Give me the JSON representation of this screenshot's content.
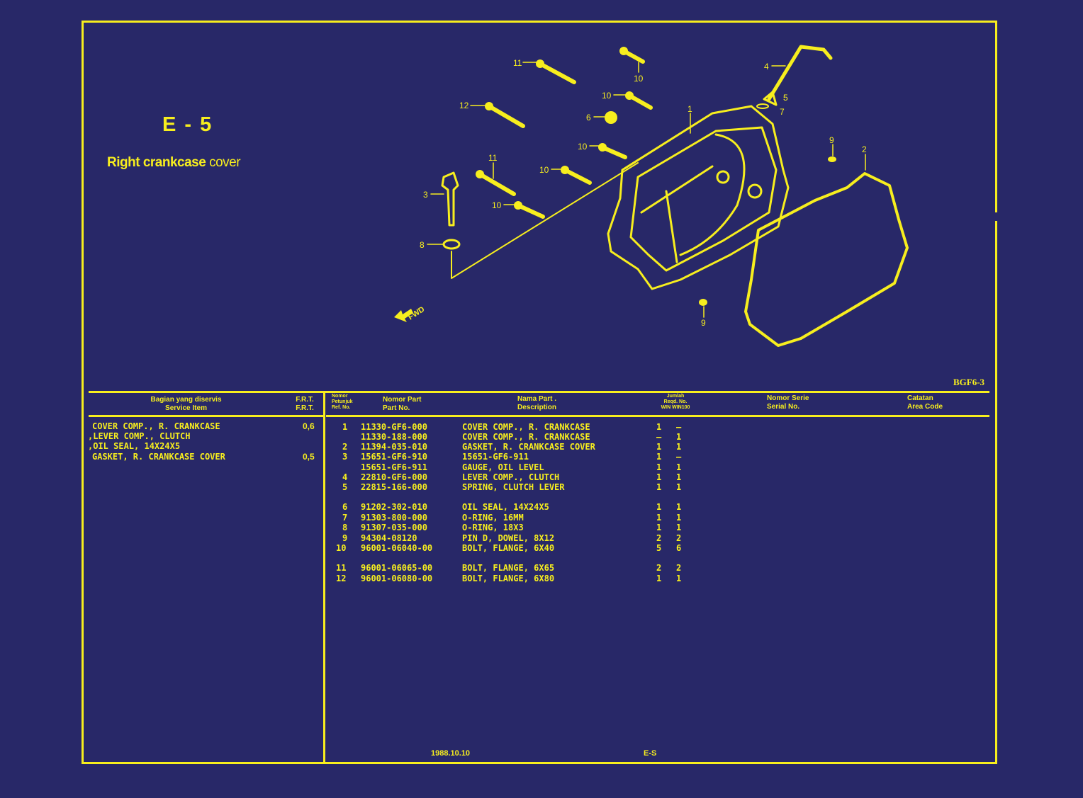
{
  "page": {
    "code": "E - 5",
    "subtitle_bold": "Right crankcase",
    "subtitle_light": " cover",
    "drawing_ref": "BGF6-3",
    "fwd_label": "FWD",
    "footer_date": "1988.10.10",
    "footer_page": "E-S"
  },
  "diagram": {
    "callouts": [
      "1",
      "2",
      "3",
      "4",
      "5",
      "6",
      "7",
      "8",
      "9",
      "9",
      "10",
      "10",
      "10",
      "10",
      "10",
      "10",
      "11",
      "11",
      "12"
    ]
  },
  "service_table": {
    "headers": {
      "item_id": "Bagian yang diservis",
      "item_en": "Service Item",
      "frt_id": "F.R.T.",
      "frt_en": "F.R.T."
    },
    "rows": [
      {
        "item": "COVER COMP., R. CRANKCASE",
        "frt": "0,6"
      },
      {
        "item": ",LEVER COMP., CLUTCH",
        "frt": ""
      },
      {
        "item": ",OIL SEAL, 14X24X5",
        "frt": ""
      },
      {
        "item": "GASKET, R. CRANKCASE COVER",
        "frt": "0,5"
      }
    ]
  },
  "parts_table": {
    "headers": {
      "ref_id": "Nomor Petunjuk",
      "ref_en": "Ref. No.",
      "part_id": "Nomor Part",
      "part_en": "Part No.",
      "name_id": "Nama Part .",
      "name_en": "Description",
      "qty_id": "Jumlah",
      "qty_sub": "Reqd. No.",
      "qty_en": "WIN WIN100",
      "serial_id": "Nomor Serie",
      "serial_en": "Serial No.",
      "area_id": "Catatan",
      "area_en": "Area Code"
    },
    "rows": [
      {
        "ref": "1",
        "part": "11330-GF6-000",
        "desc": "COVER COMP., R. CRANKCASE",
        "q1": "1",
        "q2": "—"
      },
      {
        "ref": "",
        "part": "11330-188-000",
        "desc": "COVER COMP., R. CRANKCASE",
        "q1": "—",
        "q2": "1"
      },
      {
        "ref": "2",
        "part": "11394-035-010",
        "desc": "GASKET, R. CRANKCASE COVER",
        "q1": "1",
        "q2": "1"
      },
      {
        "ref": "3",
        "part": "15651-GF6-910",
        "desc": "15651-GF6-911",
        "q1": "1",
        "q2": "—"
      },
      {
        "ref": "",
        "part": "15651-GF6-911",
        "desc": "GAUGE, OIL LEVEL",
        "q1": "1",
        "q2": "1"
      },
      {
        "ref": "4",
        "part": "22810-GF6-000",
        "desc": "LEVER COMP., CLUTCH",
        "q1": "1",
        "q2": "1"
      },
      {
        "ref": "5",
        "part": "22815-166-000",
        "desc": "SPRING, CLUTCH LEVER",
        "q1": "1",
        "q2": "1"
      },
      {
        "ref": "6",
        "part": "91202-302-010",
        "desc": "OIL SEAL, 14X24X5",
        "q1": "1",
        "q2": "1"
      },
      {
        "ref": "7",
        "part": "91303-800-000",
        "desc": "O-RING, 16MM",
        "q1": "1",
        "q2": "1"
      },
      {
        "ref": "8",
        "part": "91307-035-000",
        "desc": "O-RING, 18X3",
        "q1": "1",
        "q2": "1"
      },
      {
        "ref": "9",
        "part": "94304-08120",
        "desc": "PIN D, DOWEL, 8X12",
        "q1": "2",
        "q2": "2"
      },
      {
        "ref": "10",
        "part": "96001-06040-00",
        "desc": "BOLT, FLANGE, 6X40",
        "q1": "5",
        "q2": "6"
      },
      {
        "ref": "11",
        "part": "96001-06065-00",
        "desc": "BOLT, FLANGE, 6X65",
        "q1": "2",
        "q2": "2"
      },
      {
        "ref": "12",
        "part": "96001-06080-00",
        "desc": "BOLT, FLANGE, 6X80",
        "q1": "1",
        "q2": "1"
      }
    ]
  },
  "colors": {
    "background": "#282868",
    "ink": "#f7ee1e"
  }
}
